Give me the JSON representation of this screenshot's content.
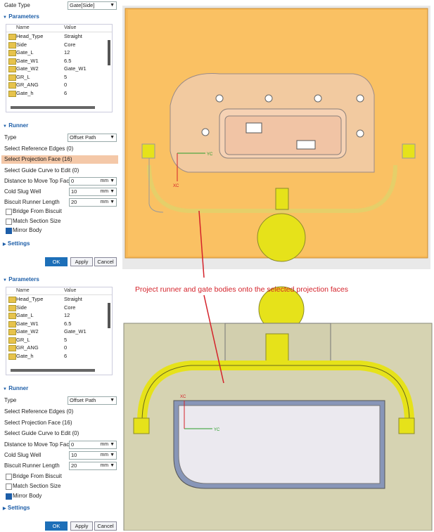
{
  "top_panel": {
    "gate_type_label": "Gate Type",
    "gate_type_value": "Gate[Side]",
    "parameters_label": "Parameters",
    "col_name": "Name",
    "col_value": "Value",
    "params": [
      {
        "name": "Head_Type",
        "value": "Straight"
      },
      {
        "name": "Side",
        "value": "Core"
      },
      {
        "name": "Gate_L",
        "value": "12"
      },
      {
        "name": "Gate_W1",
        "value": "6.5"
      },
      {
        "name": "Gate_W2",
        "value": "Gate_W1"
      },
      {
        "name": "GR_L",
        "value": "5"
      },
      {
        "name": "GR_ANG",
        "value": "0"
      },
      {
        "name": "Gate_h",
        "value": "6"
      }
    ],
    "runner_label": "Runner",
    "type_label": "Type",
    "type_value": "Offset Path",
    "select_ref_edges": "Select Reference Edges (0)",
    "select_proj_face": "Select Projection Face (16)",
    "select_guide": "Select Guide Curve to Edit (0)",
    "distance_label": "Distance to Move Top Face",
    "distance_value": "0",
    "distance_unit": "mm",
    "cold_slug_label": "Cold Slug Well",
    "cold_slug_value": "10",
    "cold_slug_unit": "mm",
    "biscuit_label": "Biscuit Runner Length",
    "biscuit_value": "20",
    "biscuit_unit": "mm",
    "bridge_label": "Bridge From Biscuit",
    "match_label": "Match Section Size",
    "mirror_label": "Mirror Body",
    "settings_label": "Settings",
    "ok": "OK",
    "apply": "Apply",
    "cancel": "Cancel"
  },
  "bottom_panel": {
    "parameters_label": "Parameters",
    "col_name": "Name",
    "col_value": "Value",
    "params": [
      {
        "name": "Head_Type",
        "value": "Straight"
      },
      {
        "name": "Side",
        "value": "Core"
      },
      {
        "name": "Gate_L",
        "value": "12"
      },
      {
        "name": "Gate_W1",
        "value": "6.5"
      },
      {
        "name": "Gate_W2",
        "value": "Gate_W1"
      },
      {
        "name": "GR_L",
        "value": "5"
      },
      {
        "name": "GR_ANG",
        "value": "0"
      },
      {
        "name": "Gate_h",
        "value": "6"
      }
    ],
    "runner_label": "Runner",
    "type_label": "Type",
    "type_value": "Offset Path",
    "select_ref_edges": "Select Reference Edges (0)",
    "select_proj_face": "Select Projection Face (16)",
    "select_guide": "Select Guide Curve to Edit (0)",
    "distance_label": "Distance to Move Top Face",
    "distance_value": "0",
    "distance_unit": "mm",
    "cold_slug_label": "Cold Slug Well",
    "cold_slug_value": "10",
    "cold_slug_unit": "mm",
    "biscuit_label": "Biscuit Runner Length",
    "biscuit_value": "20",
    "biscuit_unit": "mm",
    "bridge_label": "Bridge From Biscuit",
    "match_label": "Match Section Size",
    "mirror_label": "Mirror Body",
    "settings_label": "Settings",
    "ok": "OK",
    "apply": "Apply",
    "cancel": "Cancel"
  },
  "annotation": "Project runner and gate bodies onto the selected projection faces",
  "axis_labels": {
    "xc": "XC",
    "yc": "YC"
  },
  "colors": {
    "accent": "#1d5ea8",
    "mold_top": "#f6b44c",
    "mold_bottom": "#d4d2b0",
    "runner": "#e6e21a",
    "annotation": "#d4222a"
  }
}
